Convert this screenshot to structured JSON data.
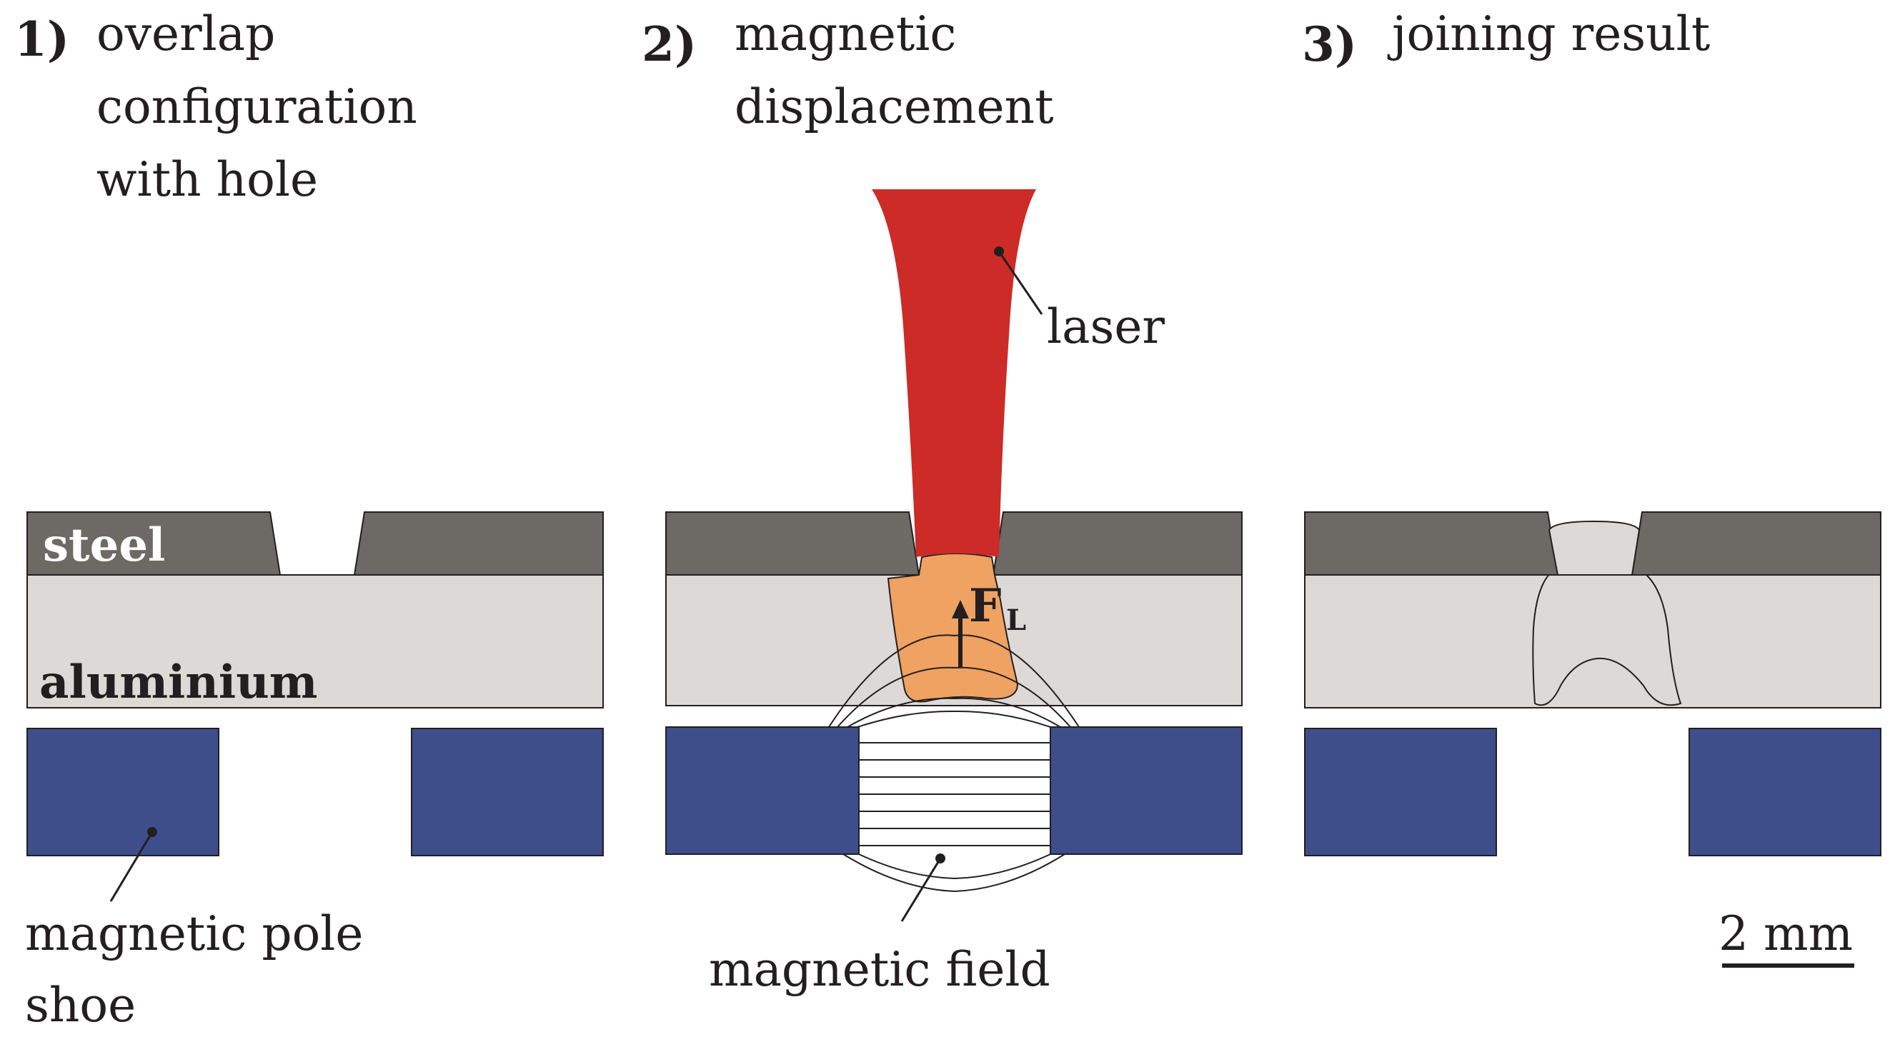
{
  "steps": [
    {
      "number": "1)",
      "title_lines": [
        "overlap",
        "configuration",
        "with hole"
      ]
    },
    {
      "number": "2)",
      "title_lines": [
        "magnetic",
        "displacement"
      ]
    },
    {
      "number": "3)",
      "title_lines": [
        "joining result"
      ]
    }
  ],
  "labels": {
    "steel": "steel",
    "aluminium": "aluminium",
    "laser": "laser",
    "force": "F",
    "force_sub": "L",
    "pole_shoe_lines": [
      "magnetic pole",
      "shoe"
    ],
    "magnetic_field": "magnetic field",
    "scale": "2 mm"
  },
  "colors": {
    "steel": "#6d6a66",
    "aluminium": "#dcd9d6",
    "pole_shoe": "#3d4e8b",
    "laser": "#cc2b27",
    "melt": "#efa261",
    "joined": "#dcd9d6",
    "outline": "#231f20"
  }
}
